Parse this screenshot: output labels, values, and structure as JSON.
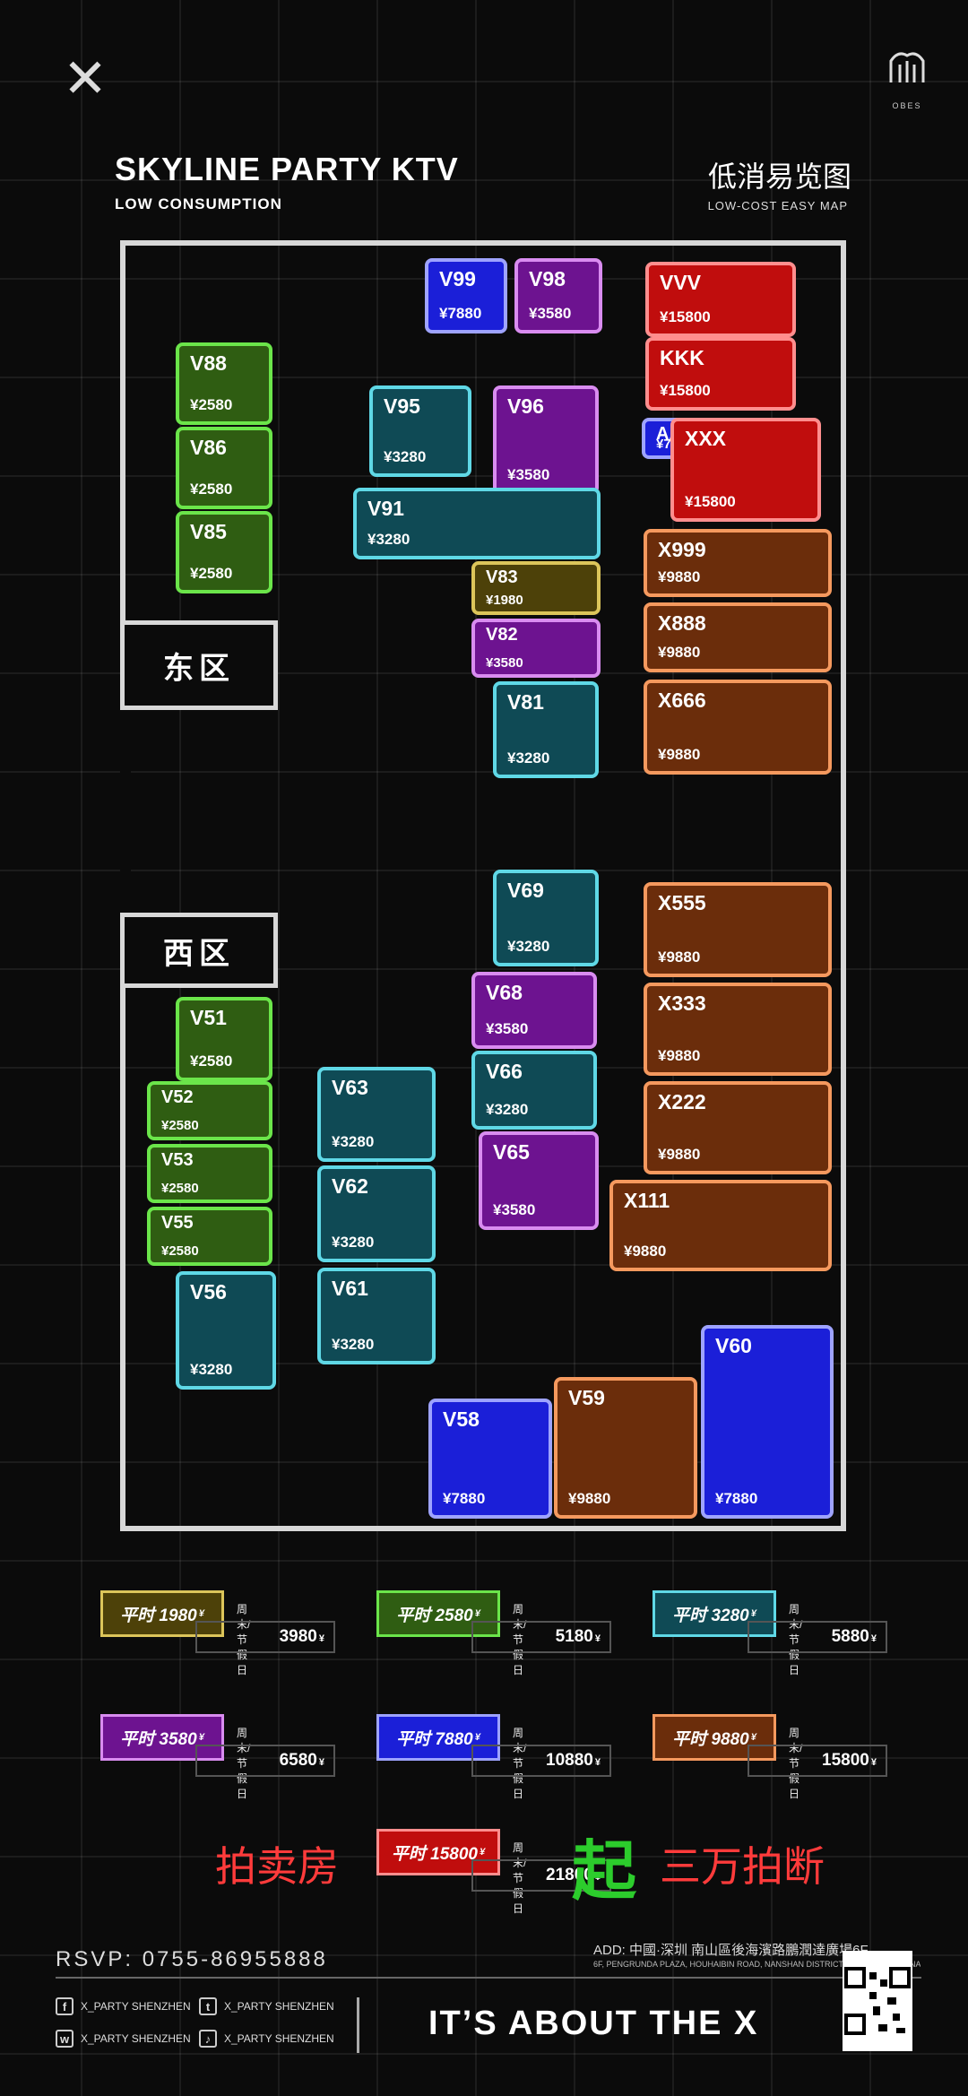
{
  "header": {
    "brand_title": "SKYLINE PARTY KTV",
    "brand_subtitle": "LOW CONSUMPTION",
    "map_title_cn": "低消易览图",
    "map_title_en": "LOW-COST EASY MAP",
    "logo_left_icon": "x-logo-icon",
    "logo_right_icon": "building-logo-icon",
    "logo_right_text": "OBES"
  },
  "zones": {
    "east": "东区",
    "west": "西区"
  },
  "colors": {
    "green": "#6be54a",
    "teal": "#5fd8e6",
    "purple": "#d98cf0",
    "blue": "#9ea3ff",
    "red": "#ff8e8e",
    "brown": "#f5995e",
    "gold": "#dcc55a"
  },
  "rooms": [
    {
      "id": "V99",
      "price": "¥7880",
      "color": "blue"
    },
    {
      "id": "V98",
      "price": "¥3580",
      "color": "purple"
    },
    {
      "id": "VVV",
      "price": "¥15800",
      "color": "red"
    },
    {
      "id": "KKK",
      "price": "¥15800",
      "color": "red"
    },
    {
      "id": "AAA",
      "price": "¥7880",
      "color": "blue"
    },
    {
      "id": "XXX",
      "price": "¥15800",
      "color": "red"
    },
    {
      "id": "V88",
      "price": "¥2580",
      "color": "green"
    },
    {
      "id": "V86",
      "price": "¥2580",
      "color": "green"
    },
    {
      "id": "V85",
      "price": "¥2580",
      "color": "green"
    },
    {
      "id": "V95",
      "price": "¥3280",
      "color": "teal"
    },
    {
      "id": "V96",
      "price": "¥3580",
      "color": "purple"
    },
    {
      "id": "V91",
      "price": "¥3280",
      "color": "teal"
    },
    {
      "id": "V83",
      "price": "¥1980",
      "color": "gold"
    },
    {
      "id": "V82",
      "price": "¥3580",
      "color": "purple"
    },
    {
      "id": "V81",
      "price": "¥3280",
      "color": "teal"
    },
    {
      "id": "X999",
      "price": "¥9880",
      "color": "brown"
    },
    {
      "id": "X888",
      "price": "¥9880",
      "color": "brown"
    },
    {
      "id": "X666",
      "price": "¥9880",
      "color": "brown"
    },
    {
      "id": "V69",
      "price": "¥3280",
      "color": "teal"
    },
    {
      "id": "X555",
      "price": "¥9880",
      "color": "brown"
    },
    {
      "id": "V68",
      "price": "¥3580",
      "color": "purple"
    },
    {
      "id": "X333",
      "price": "¥9880",
      "color": "brown"
    },
    {
      "id": "V51",
      "price": "¥2580",
      "color": "green"
    },
    {
      "id": "V63",
      "price": "¥3280",
      "color": "teal"
    },
    {
      "id": "V66",
      "price": "¥3280",
      "color": "teal"
    },
    {
      "id": "X222",
      "price": "¥9880",
      "color": "brown"
    },
    {
      "id": "V52",
      "price": "¥2580",
      "color": "green"
    },
    {
      "id": "V53",
      "price": "¥2580",
      "color": "green"
    },
    {
      "id": "V65",
      "price": "¥3580",
      "color": "purple"
    },
    {
      "id": "V62",
      "price": "¥3280",
      "color": "teal"
    },
    {
      "id": "X111",
      "price": "¥9880",
      "color": "brown"
    },
    {
      "id": "V55",
      "price": "¥2580",
      "color": "green"
    },
    {
      "id": "V56",
      "price": "¥3280",
      "color": "teal"
    },
    {
      "id": "V61",
      "price": "¥3280",
      "color": "teal"
    },
    {
      "id": "V60",
      "price": "¥7880",
      "color": "blue"
    },
    {
      "id": "V58",
      "price": "¥7880",
      "color": "blue"
    },
    {
      "id": "V59",
      "price": "¥9880",
      "color": "brown"
    }
  ],
  "legend": {
    "weekend_label": "周末/节假日",
    "items": [
      {
        "normal": "平时 1980",
        "weekend": "3980",
        "color": "gold"
      },
      {
        "normal": "平时 2580",
        "weekend": "5180",
        "color": "green"
      },
      {
        "normal": "平时 3280",
        "weekend": "5880",
        "color": "teal"
      },
      {
        "normal": "平时 3580",
        "weekend": "6580",
        "color": "purple"
      },
      {
        "normal": "平时 7880",
        "weekend": "10880",
        "color": "blue"
      },
      {
        "normal": "平时 9880",
        "weekend": "15800",
        "color": "brown"
      },
      {
        "normal": "平时 15800",
        "weekend": "21800",
        "color": "red"
      }
    ],
    "currency_suffix": "¥"
  },
  "auction": {
    "part1": "拍卖房",
    "part2": "起",
    "part3": "三万拍断"
  },
  "footer": {
    "rsvp": "RSVP: 0755-86955888",
    "address_cn": "ADD: 中國·深圳 南山區後海濱路鵬潤達廣場6F",
    "address_en": "6F, PENGRUNDA PLAZA, HOUHAIBIN ROAD, NANSHAN DISTRICT, SHENZHEN, CHINA",
    "social": [
      {
        "icon": "facebook-icon",
        "glyph": "f",
        "handle": "X_PARTY SHENZHEN"
      },
      {
        "icon": "twitter-icon",
        "glyph": "t",
        "handle": "X_PARTY SHENZHEN"
      },
      {
        "icon": "weibo-icon",
        "glyph": "w",
        "handle": "X_PARTY SHENZHEN"
      },
      {
        "icon": "tiktok-icon",
        "glyph": "♪",
        "handle": "X_PARTY SHENZHEN"
      }
    ],
    "slogan": "IT’S ABOUT THE X"
  }
}
